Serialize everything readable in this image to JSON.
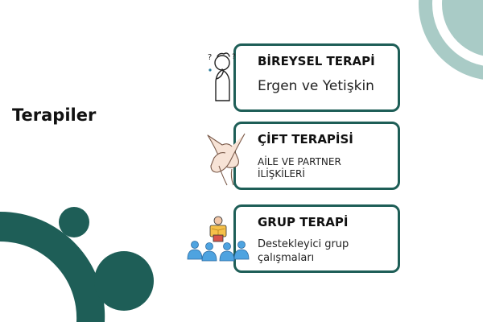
{
  "page": {
    "title": "Terapiler"
  },
  "colors": {
    "primary_teal": "#1e5e57",
    "light_teal": "#a9cbc6",
    "text_dark": "#111111"
  },
  "cards": [
    {
      "title": "BİREYSEL TERAPİ",
      "subtitle": "Ergen ve Yetişkin",
      "icon": "thinking-person-icon"
    },
    {
      "title": "ÇİFT TERAPİSİ",
      "subtitle": "AİLE VE PARTNER İLİŞKİLERİ",
      "icon": "holding-hands-icon"
    },
    {
      "title": "GRUP TERAPİ",
      "subtitle": "Destekleyici grup çalışmaları",
      "icon": "group-people-icon"
    }
  ]
}
